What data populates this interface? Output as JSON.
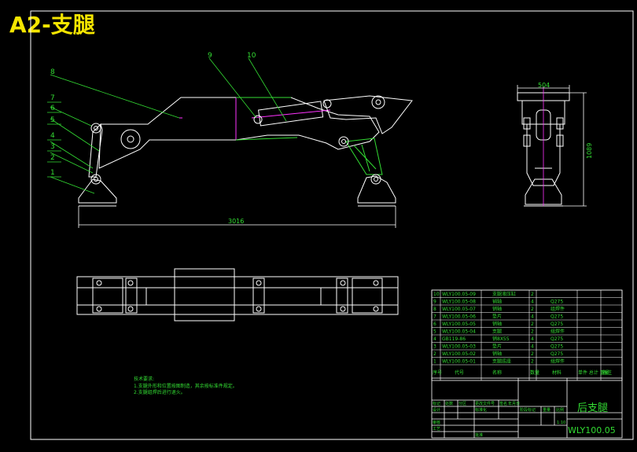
{
  "drawing": {
    "title": "A2-支腿",
    "dim_span": "3016",
    "dim_width": "504",
    "dim_height": "1089",
    "part_labels": [
      "1",
      "2",
      "3",
      "4",
      "5",
      "6",
      "7",
      "8",
      "9",
      "10"
    ],
    "notes": {
      "heading": "技术要求:",
      "line1": "1.支腿外形和位置按图制造，其余按标准件规定。",
      "line2": "2.支腿组焊后进行退火。"
    }
  },
  "bom": {
    "rows": [
      {
        "no": "10",
        "code": "WLY100.05-09",
        "name": "支腿液压缸",
        "qty": "2",
        "mat": "",
        "note": ""
      },
      {
        "no": "9",
        "code": "WLY100.05-08",
        "name": "销轴",
        "qty": "4",
        "mat": "Q275",
        "note": ""
      },
      {
        "no": "8",
        "code": "WLY100.05-07",
        "name": "销轴",
        "qty": "2",
        "mat": "组焊件",
        "note": ""
      },
      {
        "no": "7",
        "code": "WLY100.05-06",
        "name": "垫片",
        "qty": "4",
        "mat": "Q275",
        "note": ""
      },
      {
        "no": "6",
        "code": "WLY100.05-05",
        "name": "销轴",
        "qty": "2",
        "mat": "Q275",
        "note": ""
      },
      {
        "no": "5",
        "code": "WLY100.05-04",
        "name": "支腿",
        "qty": "2",
        "mat": "组焊件",
        "note": ""
      },
      {
        "no": "4",
        "code": "GB119-86",
        "name": "销8X55",
        "qty": "4",
        "mat": "Q275",
        "note": ""
      },
      {
        "no": "3",
        "code": "WLY100.05-03",
        "name": "垫片",
        "qty": "4",
        "mat": "Q275",
        "note": ""
      },
      {
        "no": "2",
        "code": "WLY100.05-02",
        "name": "销轴",
        "qty": "2",
        "mat": "Q275",
        "note": ""
      },
      {
        "no": "1",
        "code": "WLY100.05-01",
        "name": "支腿底座",
        "qty": "2",
        "mat": "组焊件",
        "note": ""
      }
    ],
    "header": {
      "no": "序号",
      "code": "代号",
      "name": "名称",
      "qty": "数量",
      "mat": "材料",
      "weight": "单件 总计 重量",
      "note": "备注"
    }
  },
  "titleblock": {
    "name": "后支腿",
    "code": "WLY100.05",
    "scale": "1:10",
    "labels": [
      "标记",
      "处数",
      "分区",
      "更改文件号",
      "签名",
      "年月日",
      "设计",
      "标准化",
      "审核",
      "工艺",
      "批准",
      "阶段标记",
      "重量",
      "比例"
    ]
  },
  "colors": {
    "line": "#ffffff",
    "green": "#33dd33",
    "magenta": "#ff33ff",
    "yellow": "#f5e500",
    "cyan": "#33cccc"
  }
}
